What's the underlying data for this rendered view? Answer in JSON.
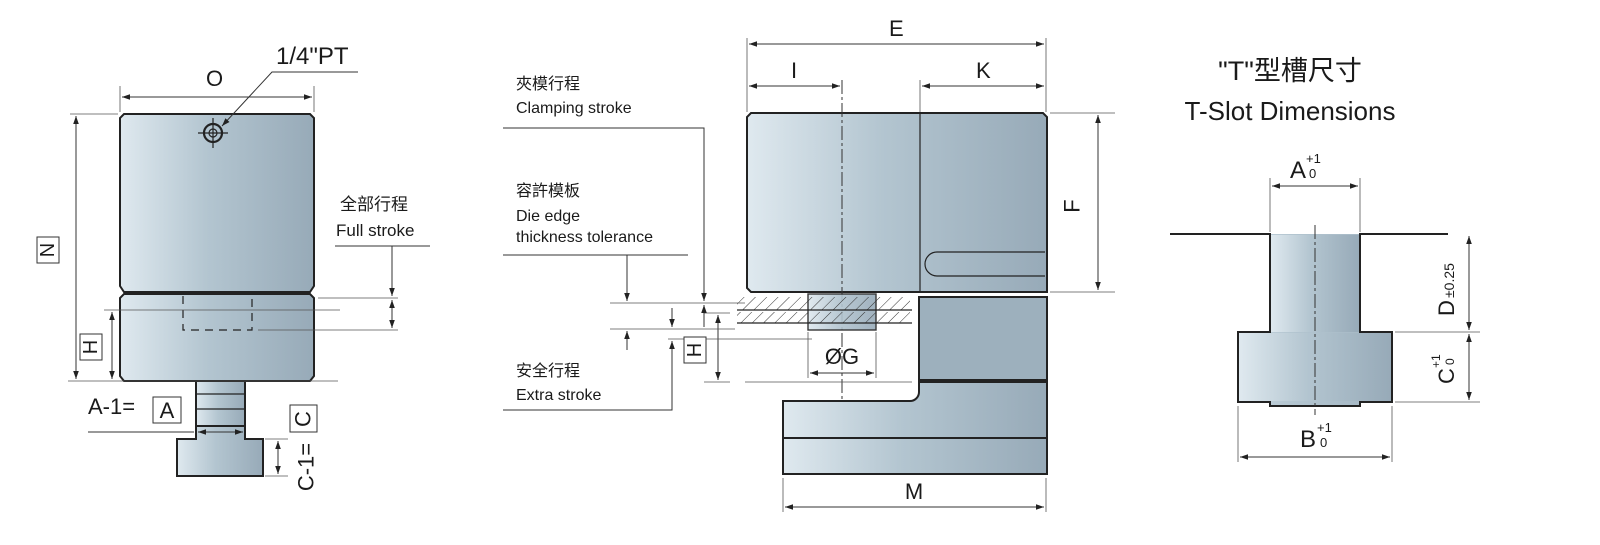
{
  "left_view": {
    "port_label": "1/4\"PT",
    "dim_width": "O",
    "dim_height": "N",
    "dim_h": "H",
    "dim_a_prefix": "A-1=",
    "dim_a": "A",
    "dim_c": "C",
    "dim_c1": "C-1=",
    "full_stroke_zh": "全部行程",
    "full_stroke_en": "Full stroke"
  },
  "middle_view": {
    "dim_e": "E",
    "dim_i": "I",
    "dim_k": "K",
    "dim_f": "F",
    "dim_g": "ØG",
    "dim_h": "H",
    "dim_m": "M",
    "clamping_zh": "夾模行程",
    "clamping_en": "Clamping stroke",
    "tolerance_zh": "容許模板",
    "tolerance_en_1": "Die edge",
    "tolerance_en_2": "thickness tolerance",
    "extra_zh": "安全行程",
    "extra_en": "Extra stroke"
  },
  "tslot_view": {
    "title_zh": "\"T\"型槽尺寸",
    "title_en": "T-Slot Dimensions",
    "dim_a": "A",
    "dim_b": "B",
    "dim_c": "C",
    "dim_d": "D",
    "tol_plus": "+1",
    "tol_zero": "0",
    "tol_d": "±0.25"
  },
  "colors": {
    "steel_light": "#dde8ef",
    "steel_mid": "#b4c6d1",
    "steel_dark": "#98abb9",
    "line": "#222222"
  }
}
